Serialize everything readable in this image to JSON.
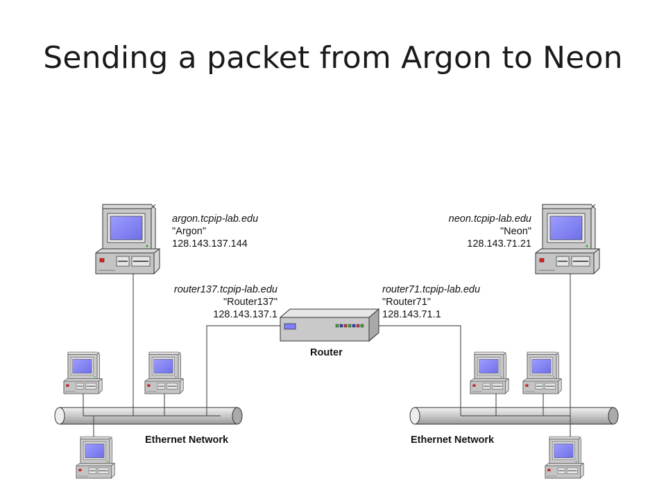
{
  "title": "Sending a packet from Argon to Neon",
  "hosts": {
    "argon": {
      "fqdn": "argon.tcpip-lab.edu",
      "name": "\"Argon\"",
      "ip": "128.143.137.144"
    },
    "neon": {
      "fqdn": "neon.tcpip-lab.edu",
      "name": "\"Neon\"",
      "ip": "128.143.71.21"
    }
  },
  "router": {
    "label": "Router",
    "left_iface": {
      "fqdn": "router137.tcpip-lab.edu",
      "name": "\"Router137\"",
      "ip": "128.143.137.1"
    },
    "right_iface": {
      "fqdn": "router71.tcpip-lab.edu",
      "name": "\"Router71\"",
      "ip": "128.143.71.1"
    }
  },
  "networks": {
    "left": "Ethernet Network",
    "right": "Ethernet Network"
  },
  "icons": [
    "desktop-computer-icon",
    "router-icon",
    "ethernet-bus-icon"
  ],
  "colors": {
    "screen": "#7f7fff",
    "case": "#c0c0c0",
    "bus": "#c8c8c8",
    "line": "#555555"
  }
}
